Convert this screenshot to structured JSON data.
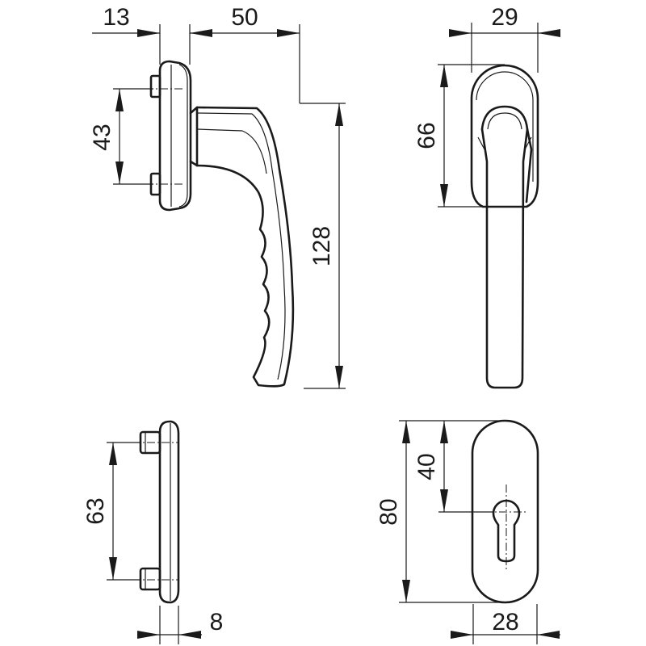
{
  "dimensions": {
    "top_overall_width_left": "13",
    "top_overall_width_right": "50",
    "top_screw_spacing": "43",
    "handle_height": "128",
    "front_width": "29",
    "front_top_height": "66",
    "bottom_screw_spacing": "63",
    "bottom_plate_thickness": "8",
    "rosette_height": "80",
    "rosette_center": "40",
    "rosette_width": "28"
  },
  "colors": {
    "line": "#1a1a1a",
    "background": "#ffffff"
  }
}
